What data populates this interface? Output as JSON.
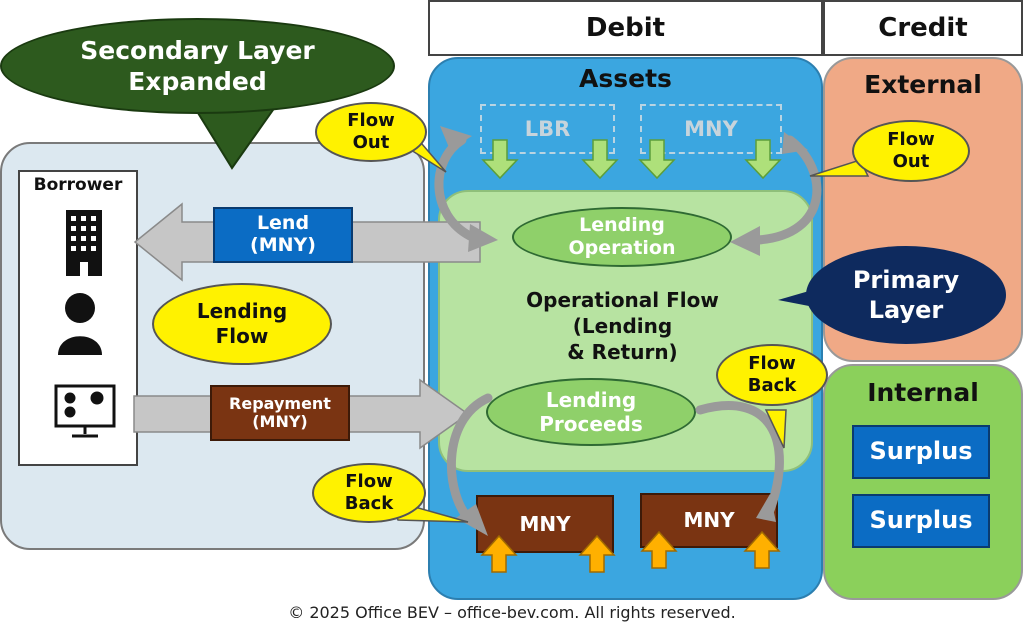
{
  "headers": {
    "debit": "Debit",
    "credit": "Credit"
  },
  "callouts": {
    "secondary": "Secondary Layer\nExpanded",
    "primary": "Primary\nLayer",
    "flow_out_left": "Flow\nOut",
    "flow_out_right": "Flow\nOut",
    "flow_back_left": "Flow\nBack",
    "flow_back_right": "Flow\nBack"
  },
  "borrower": {
    "title": "Borrower",
    "lending_flow": "Lending\nFlow"
  },
  "arrows": {
    "lend": "Lend\n(MNY)",
    "repayment": "Repayment\n(MNY)"
  },
  "assets": {
    "title": "Assets",
    "lbr": "LBR",
    "mny": "MNY",
    "lending_operation": "Lending\nOperation",
    "operational_flow": "Operational Flow\n(Lending\n& Return)",
    "lending_proceeds": "Lending\nProceeds",
    "mny_left": "MNY",
    "mny_right": "MNY"
  },
  "credit": {
    "external": "External",
    "internal": "Internal",
    "surplus_1": "Surplus",
    "surplus_2": "Surplus"
  },
  "footer": "© 2025 Office BEV – office-bev.com. All rights reserved.",
  "colors": {
    "assets_blue": "#3ba6e0",
    "operational_green": "#b7e3a1",
    "external_salmon": "#f0a986",
    "internal_green": "#8bd05b",
    "borrower_panel": "#dce8f0",
    "callout_dark_green": "#2d5a1e",
    "callout_navy": "#0e2a5e",
    "highlight_yellow": "#fff200"
  }
}
